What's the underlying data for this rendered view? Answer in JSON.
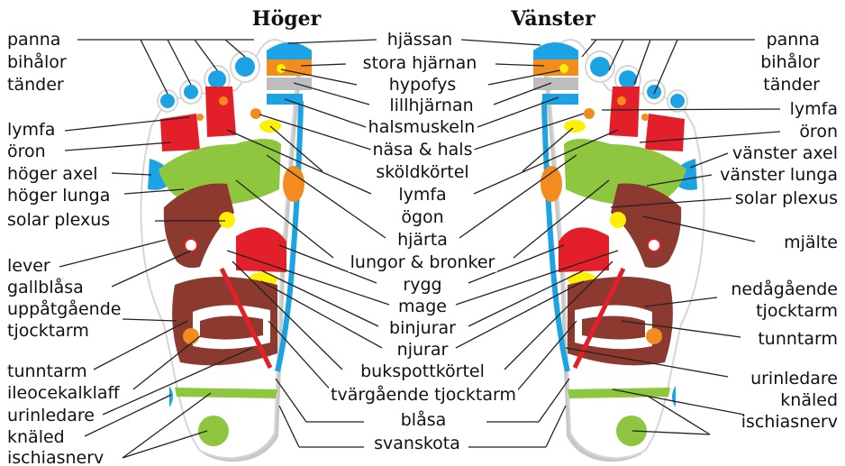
{
  "titles": {
    "right_foot": "Höger",
    "left_foot": "Vänster"
  },
  "labels_left": [
    "panna",
    "bihålor",
    "tänder",
    "lymfa",
    "öron",
    "höger axel",
    "höger lunga",
    "solar plexus",
    "lever",
    "gallblåsa",
    "uppåtgående",
    "tjocktarm",
    "tunntarm",
    "ileocekalklaff",
    "urinledare",
    "knäled",
    "ischiasnerv"
  ],
  "labels_center": [
    "hjässan",
    "stora hjärnan",
    "hypofys",
    "lillhjärnan",
    "halsmuskeln",
    "näsa & hals",
    "sköldkörtel",
    "lymfa",
    "ögon",
    "hjärta",
    "lungor & bronker",
    "rygg",
    "mage",
    "binjurar",
    "njurar",
    "bukspottkörtel",
    "tvärgående tjocktarm",
    "blåsa",
    "svanskota"
  ],
  "labels_right": [
    "panna",
    "bihålor",
    "tänder",
    "lymfa",
    "öron",
    "vänster axel",
    "vänster lunga",
    "solar plexus",
    "mjälte",
    "nedågående",
    "tjocktarm",
    "tunntarm",
    "urinledare",
    "knäled",
    "ischiasnerv"
  ],
  "colors": {
    "blue": "#1ba3e3",
    "orange": "#f28c1e",
    "yellow": "#ffef00",
    "red": "#e3202a",
    "green": "#8ec63f",
    "brown": "#8c3a30",
    "grey": "#bdbdbd",
    "foot_shadow": "#c8c8c8"
  }
}
